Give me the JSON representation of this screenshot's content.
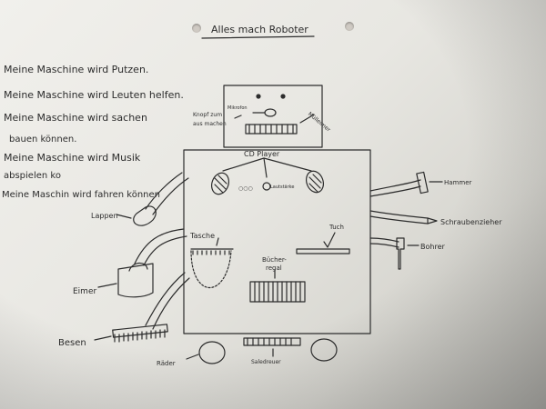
{
  "title": "Alles mach Roboter",
  "left_text": [
    "Meine Maschine wird Putzen.",
    "Meine Maschine wird Leuten helfen.",
    "Meine Maschine wird sachen",
    "bauen können.",
    "Meine Maschine wird Musik",
    "abspielen ko",
    "Meine Maschin wird fahren können"
  ],
  "head": {
    "knopf": [
      "Knopf zum",
      "aus machen"
    ],
    "mikrofon": "Mikrofon",
    "mund": "Mülleimer"
  },
  "body": {
    "cd_player": "CD Player",
    "circles": "○○○",
    "lautsprecher": "Lautstärke",
    "tasche": "Tasche",
    "tuch": "Tuch",
    "buecherregal": [
      "Bücher-",
      "regal"
    ]
  },
  "tools": {
    "lappen": "Lappen",
    "eimer": "Eimer",
    "besen": "Besen",
    "hammer": "Hammer",
    "schraubenzieher": "Schraubenzieher",
    "bohrer": "Bohrer",
    "raeder": "Räder",
    "staubsauger": "Saledreuer"
  },
  "colors": {
    "ink": "#2c2c2c",
    "paper": "#f1f0ec"
  }
}
